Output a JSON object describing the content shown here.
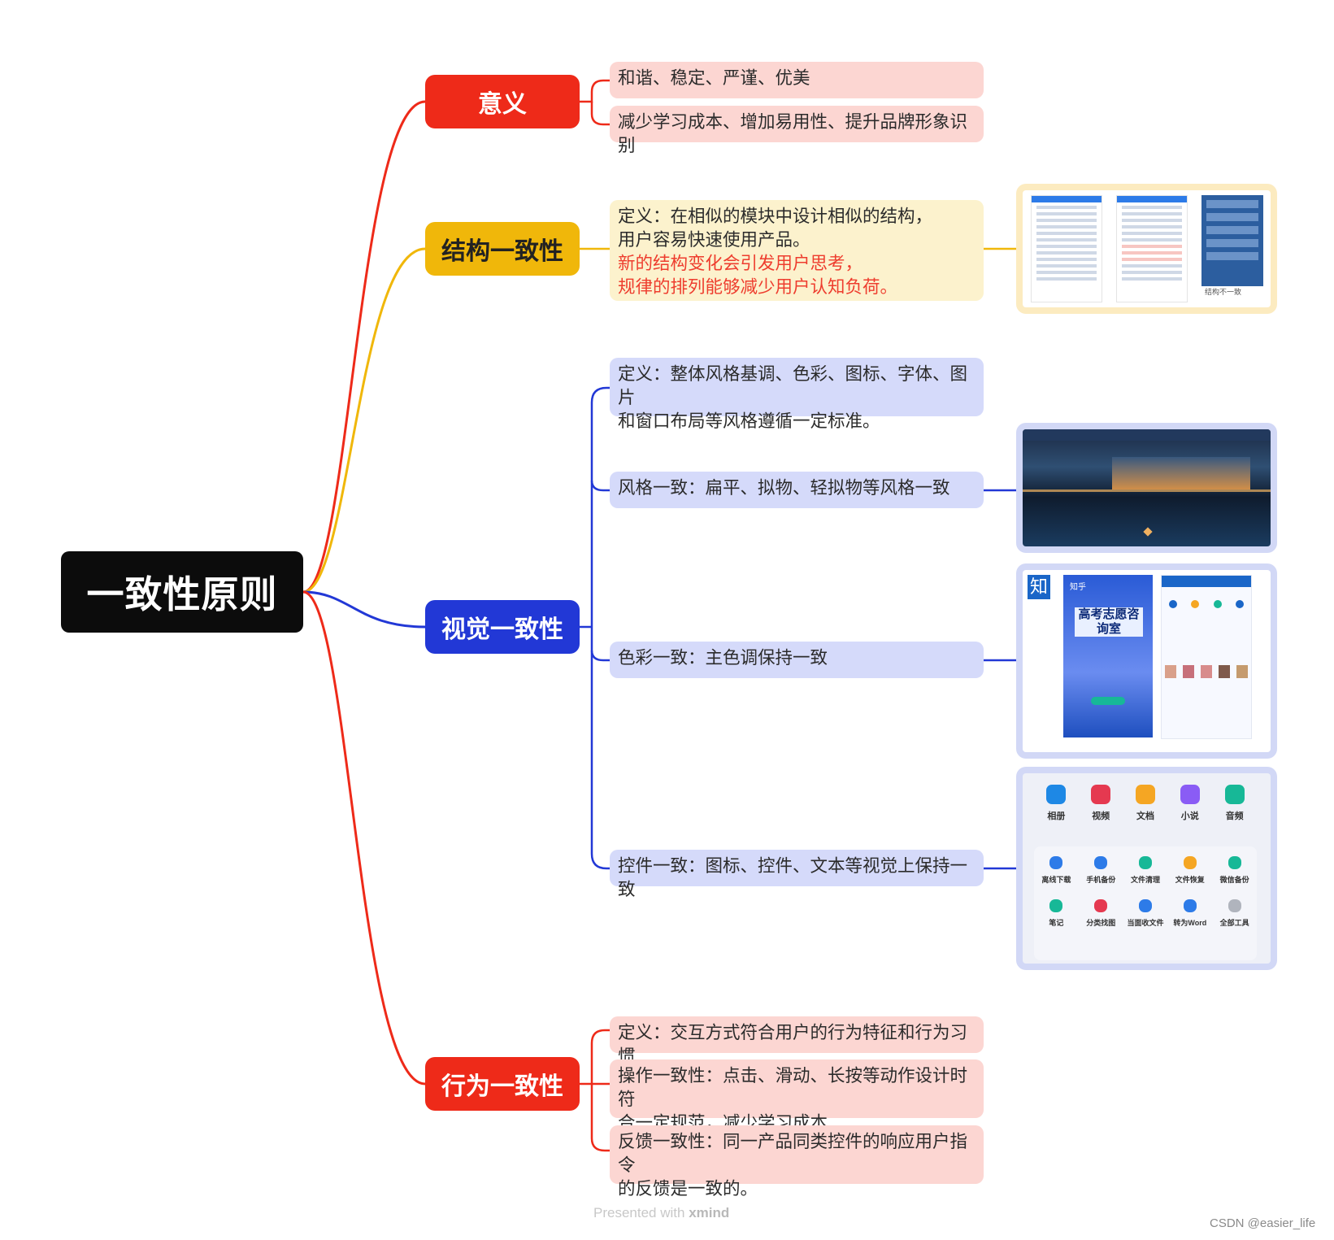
{
  "root": {
    "label": "一致性原则"
  },
  "branches": {
    "meaning": {
      "label": "意义",
      "items": [
        "和谐、稳定、严谨、优美",
        "减少学习成本、增加易用性、提升品牌形象识别"
      ]
    },
    "structure": {
      "label": "结构一致性",
      "definition": [
        "定义：在相似的模块中设计相似的结构，",
        "用户容易快速使用产品。"
      ],
      "note": [
        "新的结构变化会引发用户思考，",
        "规律的排列能够减少用户认知负荷。"
      ],
      "image_caption": "结构不一致"
    },
    "visual": {
      "label": "视觉一致性",
      "definition": [
        "定义：整体风格基调、色彩、图标、字体、图片",
        "和窗口布局等风格遵循一定标准。"
      ],
      "style": "风格一致：扁平、拟物、轻拟物等风格一致",
      "color": "色彩一致：主色调保持一致",
      "control": "控件一致：图标、控件、文本等视觉上保持一致",
      "color_image": {
        "zhi": "知",
        "zhihu": "知乎",
        "poster_title": "高考志愿咨询室"
      },
      "icons_top": [
        {
          "name": "相册",
          "color": "#1e88e5"
        },
        {
          "name": "视频",
          "color": "#e53950"
        },
        {
          "name": "文档",
          "color": "#f5a623"
        },
        {
          "name": "小说",
          "color": "#8a5cf5"
        },
        {
          "name": "音频",
          "color": "#17b897"
        }
      ],
      "icons_tools": [
        {
          "name": "离线下载",
          "color": "#2d7be8"
        },
        {
          "name": "手机备份",
          "color": "#2d7be8"
        },
        {
          "name": "文件清理",
          "color": "#17b897"
        },
        {
          "name": "文件恢复",
          "color": "#f5a623"
        },
        {
          "name": "微信备份",
          "color": "#17b897"
        },
        {
          "name": "笔记",
          "color": "#17b897"
        },
        {
          "name": "分类找图",
          "color": "#e53950"
        },
        {
          "name": "当面收文件",
          "color": "#2d7be8"
        },
        {
          "name": "转为Word",
          "color": "#2d7be8"
        },
        {
          "name": "全部工具",
          "color": "#b0b4bd"
        }
      ]
    },
    "behavior": {
      "label": "行为一致性",
      "definition": "定义：交互方式符合用户的行为特征和行为习惯",
      "operation": [
        "操作一致性：点击、滑动、长按等动作设计时符",
        "合一定规范，减少学习成本"
      ],
      "feedback": [
        "反馈一致性：同一产品同类控件的响应用户指令",
        "的反馈是一致的。"
      ]
    }
  },
  "footer": {
    "prefix": "Presented with ",
    "brand": "xmind"
  },
  "watermark": "CSDN @easier_life",
  "colors": {
    "red": "#ee2a19",
    "yellow": "#f0b70a",
    "blue": "#2238d6",
    "root": "#0c0c0c"
  }
}
